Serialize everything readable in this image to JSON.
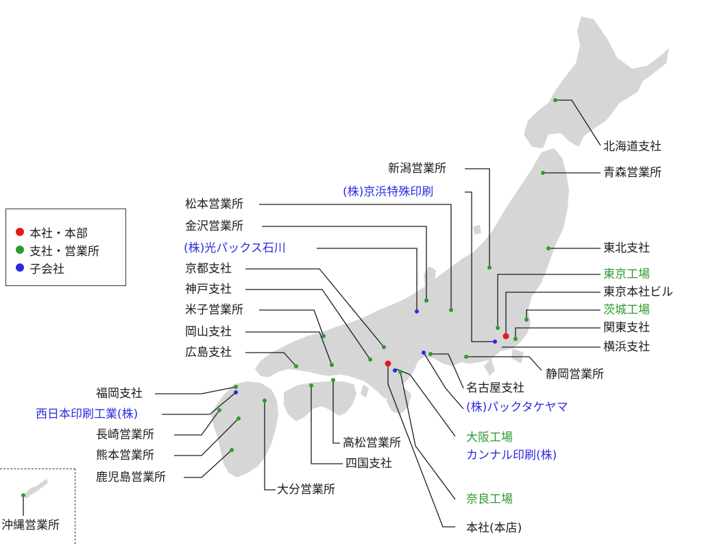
{
  "colors": {
    "red": "#e01b1b",
    "green": "#2e9a2e",
    "blue": "#2a2ae0",
    "text": "#1a1a1a",
    "land": "#d6d6d6"
  },
  "legend": {
    "items": [
      {
        "label": "本社・本部",
        "color": "red"
      },
      {
        "label": "支社・営業所",
        "color": "green"
      },
      {
        "label": "子会社",
        "color": "blue"
      }
    ]
  },
  "labels": {
    "hokkaido": "北海道支社",
    "aomori": "青森営業所",
    "niigata": "新潟営業所",
    "keihin": "(株)京浜特殊印刷",
    "matsumoto": "松本営業所",
    "kanazawa": "金沢営業所",
    "hikari": "(株)光パックス石川",
    "kyoto": "京都支社",
    "kobe": "神戸支社",
    "yonago": "米子営業所",
    "okayama": "岡山支社",
    "hiroshima": "広島支社",
    "tohoku": "東北支社",
    "tokyo_factory": "東京工場",
    "tokyo_hq": "東京本社ビル",
    "ibaraki": "茨城工場",
    "kanto": "関東支社",
    "yokohama": "横浜支社",
    "shizuoka": "静岡営業所",
    "nagoya": "名古屋支社",
    "pack_takeyama": "(株)パックタケヤマ",
    "osaka_factory": "大阪工場",
    "kannal": "カンナル印刷(株)",
    "nara": "奈良工場",
    "honsha": "本社(本店)",
    "fukuoka": "福岡支社",
    "nishinihon": "西日本印刷工業(株)",
    "nagasaki": "長崎営業所",
    "kumamoto": "熊本営業所",
    "kagoshima": "鹿児島営業所",
    "takamatsu": "高松営業所",
    "shikoku": "四国支社",
    "oita": "大分営業所",
    "okinawa": "沖縄営業所"
  },
  "locations": [
    {
      "id": "hokkaido",
      "type": "green"
    },
    {
      "id": "aomori",
      "type": "green"
    },
    {
      "id": "tohoku",
      "type": "green"
    },
    {
      "id": "niigata",
      "type": "green"
    },
    {
      "id": "keihin",
      "type": "green"
    },
    {
      "id": "matsumoto",
      "type": "green"
    },
    {
      "id": "kanazawa",
      "type": "green"
    },
    {
      "id": "hikari",
      "type": "blue"
    },
    {
      "id": "tokyo_factory",
      "type": "green"
    },
    {
      "id": "tokyo_hq",
      "type": "red"
    },
    {
      "id": "ibaraki",
      "type": "green"
    },
    {
      "id": "kanto",
      "type": "green"
    },
    {
      "id": "yokohama",
      "type": "blue"
    },
    {
      "id": "shizuoka",
      "type": "green"
    },
    {
      "id": "nagoya",
      "type": "green"
    },
    {
      "id": "pack_takeyama",
      "type": "blue"
    },
    {
      "id": "kyoto",
      "type": "green"
    },
    {
      "id": "kobe",
      "type": "green"
    },
    {
      "id": "honsha",
      "type": "red"
    },
    {
      "id": "osaka_factory",
      "type": "blue"
    },
    {
      "id": "nara",
      "type": "green"
    },
    {
      "id": "yonago",
      "type": "green"
    },
    {
      "id": "okayama",
      "type": "green"
    },
    {
      "id": "hiroshima",
      "type": "green"
    },
    {
      "id": "takamatsu",
      "type": "green"
    },
    {
      "id": "shikoku",
      "type": "green"
    },
    {
      "id": "fukuoka",
      "type": "green"
    },
    {
      "id": "nishinihon",
      "type": "blue"
    },
    {
      "id": "nagasaki",
      "type": "green"
    },
    {
      "id": "kumamoto",
      "type": "green"
    },
    {
      "id": "kagoshima",
      "type": "green"
    },
    {
      "id": "oita",
      "type": "green"
    },
    {
      "id": "okinawa",
      "type": "green"
    }
  ]
}
